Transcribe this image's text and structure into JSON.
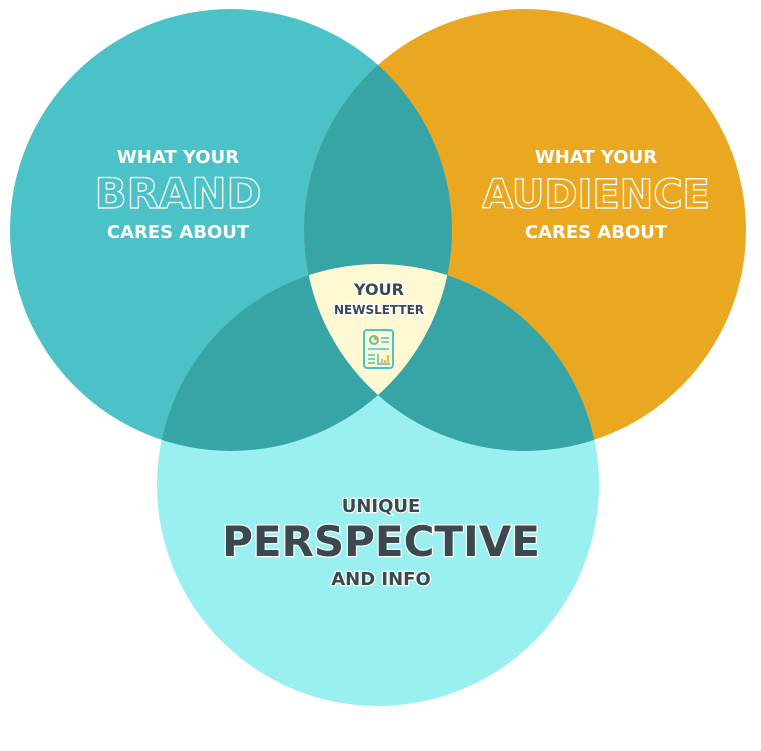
{
  "colors": {
    "brand": "#4BC2C8",
    "audience": "#E9A820",
    "perspective": "#9AF0F0",
    "overlap": "#37A5A6",
    "center": "#FFF9D3"
  },
  "brand": {
    "line1": "WHAT YOUR",
    "title": "BRAND",
    "line3": "CARES ABOUT"
  },
  "audience": {
    "line1": "WHAT YOUR",
    "title": "AUDIENCE",
    "line3": "CARES ABOUT"
  },
  "perspective": {
    "line1": "UNIQUE",
    "title": "PERSPECTIVE",
    "line3": "AND INFO"
  },
  "center": {
    "line1": "YOUR",
    "line2": "NEWSLETTER",
    "icon": "newsletter-report-icon"
  }
}
